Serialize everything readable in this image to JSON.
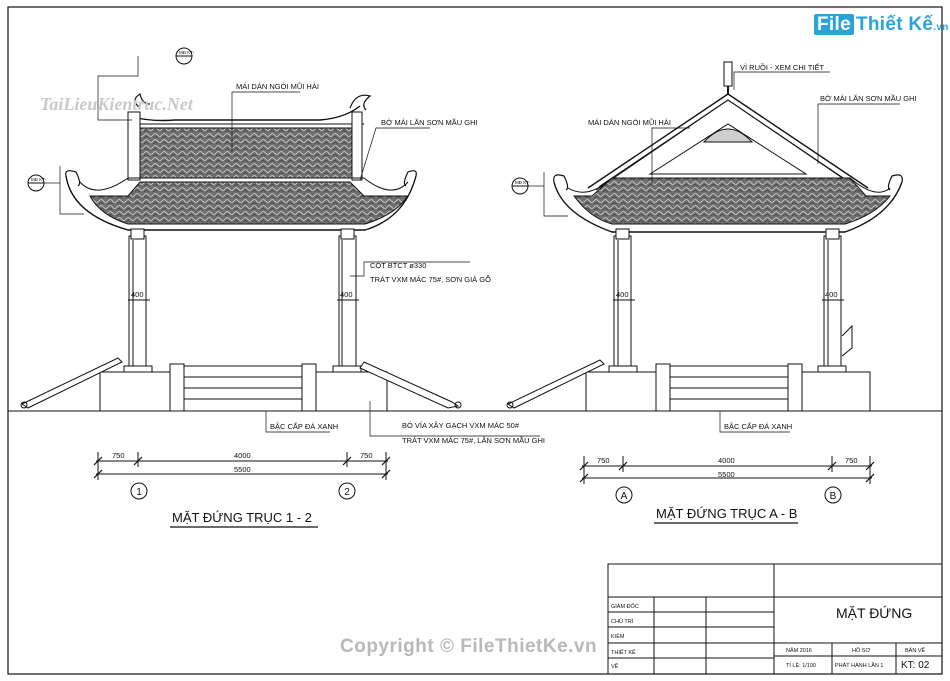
{
  "logo": {
    "brand_box": "File",
    "brand_rest": "Thiết Kế",
    "suffix": ".vn"
  },
  "watermarks": {
    "top_left": "TaiLieuKientruc.Net",
    "bottom": "Copyright © FileThietKe.vn"
  },
  "left_elevation": {
    "title": "MẶT ĐỨNG TRỤC 1 - 2",
    "labels": {
      "roof": "MÁI DÁN NGÓI MŨI HÀI",
      "ridge": "BỜ MÁI LĂN SƠN MẦU GHI",
      "column_1": "CỘT BTCT ø330",
      "column_2": "TRÁT VXM MÁC 75#, SƠN GIẢ GỖ",
      "steps": "BẬC CẤP ĐÁ XANH",
      "curb_1": "BÓ VỈA XÂY GẠCH VXM MÁC 50#",
      "curb_2": "TRÁT VXM MÁC 75#, LĂN SƠN MẦU GHI"
    },
    "column_dims": [
      "400",
      "400"
    ],
    "dims": [
      "750",
      "4000",
      "750"
    ],
    "total": "5500",
    "axes": [
      "1",
      "2"
    ],
    "tags": [
      "MĐ KT-",
      "MĐ KT-"
    ]
  },
  "right_elevation": {
    "title": "MẶT ĐỨNG TRỤC A - B",
    "labels": {
      "finial": "VÌ RUỒI - XEM CHI TIẾT",
      "ridge": "BỜ MÁI LĂN SƠN MẦU GHI",
      "roof": "MÁI DÁN NGÓI MŨI HÀI",
      "steps": "BẬC CẤP ĐÁ XANH"
    },
    "column_dims": [
      "400",
      "400"
    ],
    "dims": [
      "750",
      "4000",
      "750"
    ],
    "total": "5500",
    "axes": [
      "A",
      "B"
    ],
    "tags": [
      "MĐ KT-"
    ]
  },
  "title_block": {
    "title": "MẶT ĐỨNG",
    "roles": [
      "GIÁM ĐỐC",
      "CHỦ TRÌ",
      "KIỂM",
      "THIẾT KẾ",
      "VẼ"
    ],
    "year": "NĂM 2016",
    "scale": "TỈ LỆ: 1/100",
    "profile_label": "HỒ SƠ",
    "profile_value": "PHÁT HÀNH LẦN 1",
    "sheet_label": "BẢN VẼ",
    "sheet_value": "KT: 02"
  }
}
